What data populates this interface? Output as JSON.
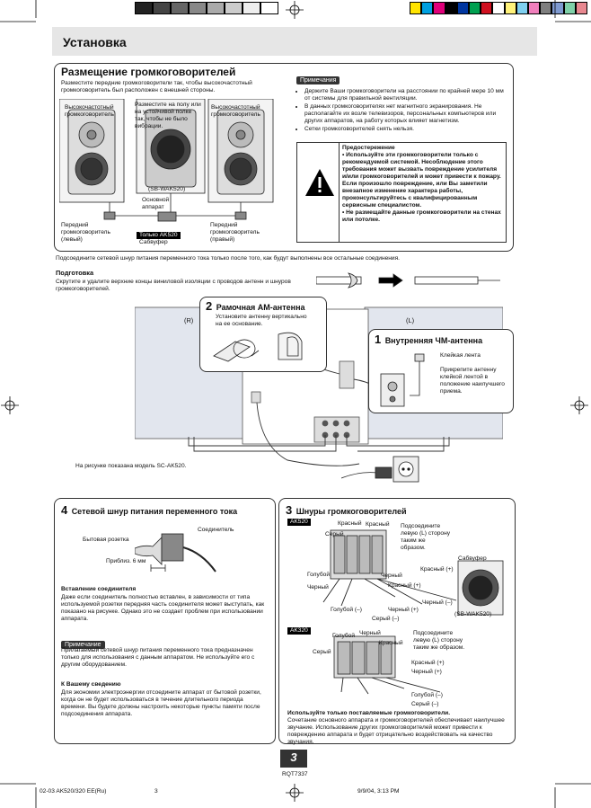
{
  "color_bars": {
    "left": [
      "#222222",
      "#444444",
      "#666666",
      "#888888",
      "#aaaaaa",
      "#cccccc",
      "#eeeeee",
      "#ffffff"
    ],
    "right": [
      "#ffe400",
      "#00a0e0",
      "#e0007a",
      "#000000",
      "#0036a0",
      "#00a050",
      "#d01020",
      "#ffffff",
      "#fff27a",
      "#7fcff0",
      "#f07fbc",
      "#7f7f7f",
      "#7f9ad0",
      "#7fd0a8",
      "#e88890"
    ]
  },
  "header": {
    "title": "Установка"
  },
  "placement": {
    "title": "Размещение громкоговорителей",
    "intro": "Разместите передние громкоговорители так, чтобы высокочастотный громкоговоритель был расположен с внешней стороны.",
    "label_tweeter_left": "Высокочастотный громкоговоритель",
    "label_shelf": "Разместите на полу или на устойчивой полке так, чтобы не было вибрации.",
    "label_tweeter_right": "Высокочастотный громкоговоритель",
    "model_sub": "(SB-WAK520)",
    "main_unit": "Основной аппарат",
    "front_left": "Передний громкоговоритель (левый)",
    "only_ak520": "Только AK520",
    "subwoofer": "Сабвуфер",
    "front_right": "Передний громкоговоритель (правый)"
  },
  "notes": {
    "tag": "Примечания",
    "items": [
      "Держите Ваши громкоговорители на расстоянии по крайней мере 10 мм от системы для правильной вентиляции.",
      "В данных громкоговорителях нет магнитного экранирования. Не располагайте их возле телевизоров, персональных компьютеров или других аппаратов, на работу которых влияет магнетизм.",
      "Сетки громкоговорителей снять нельзя."
    ],
    "caution_title": "Предостережение",
    "caution_items": [
      "Используйте эти громкоговорители только с рекомендуемой системой. Несоблюдение этого требования может вызвать повреждение усилителя и/или громкоговорителей и может привести к пожару. Если произошло повреждение, или Вы заметили внезапное изменение характера работы, проконсультируйтесь с квалифицированным сервисным специалистом.",
      "Не размещайте данные громкоговорители на стенах или потолке."
    ]
  },
  "connect_note": "Подсоедините сетевой шнур питания переменного тока только после того, как будут выполнены все остальные соединения.",
  "prep": {
    "title": "Подготовка",
    "text": "Скрутите и удалите верхние концы виниловой изоляции с проводов антенн и шнуров громкоговорителей."
  },
  "step2": {
    "num": "2",
    "title": "Рамочная АМ-антенна",
    "text": "Установите антенну вертикально на ее основание."
  },
  "step1": {
    "num": "1",
    "title": "Внутренняя ЧМ-антенна",
    "tape": "Клейкая лента",
    "text": "Прикрепите антенну клейкой лентой в положение наилучшего приема."
  },
  "side_r": "(R)",
  "side_l": "(L)",
  "model_caption": "На рисунке показана модель SC-AK520.",
  "step4": {
    "num": "4",
    "title": "Сетевой шнур питания переменного тока",
    "connector": "Соединитель",
    "outlet": "Бытовая розетка",
    "approx": "Приблиз. 6 мм",
    "insert_title": "Вставление соединителя",
    "insert_text": "Даже если соединитель полностью вставлен, в зависимости от типа используемой розетки передняя часть соединителя может выступать, как показано на рисунке. Однако это не создает проблем при использовании аппарата.",
    "note_tag": "Примечание",
    "note_text": "Прилагаемый сетевой шнур питания переменного тока предназначен только для использования с данным аппаратом. Не используйте его с другим оборудованием.",
    "save_title": "К Вашему сведению",
    "save_text": "Для экономии электроэнергии отсоедините аппарат от бытовой розетки, когда он не будет использоваться в течение длительного периода времени. Вы будете должны настроить некоторые пункты памяти после подсоединения аппарата."
  },
  "step3": {
    "num": "3",
    "title": "Шнуры громкоговорителей",
    "ak520": "AK520",
    "ak320": "AK320",
    "grey": "Серый",
    "red": "Красный",
    "blue": "Голубой",
    "black": "Черный",
    "red_plus": "Красный (+)",
    "black_minus": "Черный (–)",
    "blue_minus": "Голубой (–)",
    "grey_minus": "Серый (–)",
    "black_plus": "Черный (+)",
    "connect_left": "Подсоедините левую (L) сторону таким же образом.",
    "subwoofer": "Сабвуфер",
    "sub_model": "(SB-WAK520)",
    "use_title": "Используйте только поставляемые громкоговорители.",
    "use_text": "Сочетание основного аппарата и громкоговорителей обеспечивает наилучшее звучание. Использование других громкоговорителей может привести к повреждению аппарата и будет отрицательно воздействовать на качество звучания."
  },
  "page": {
    "number": "3",
    "code": "RQT7337"
  },
  "footer": {
    "left": "02-03 AK520/320 EE(Ru)",
    "middle": "3",
    "right": "9/9/04, 3:13 PM"
  }
}
